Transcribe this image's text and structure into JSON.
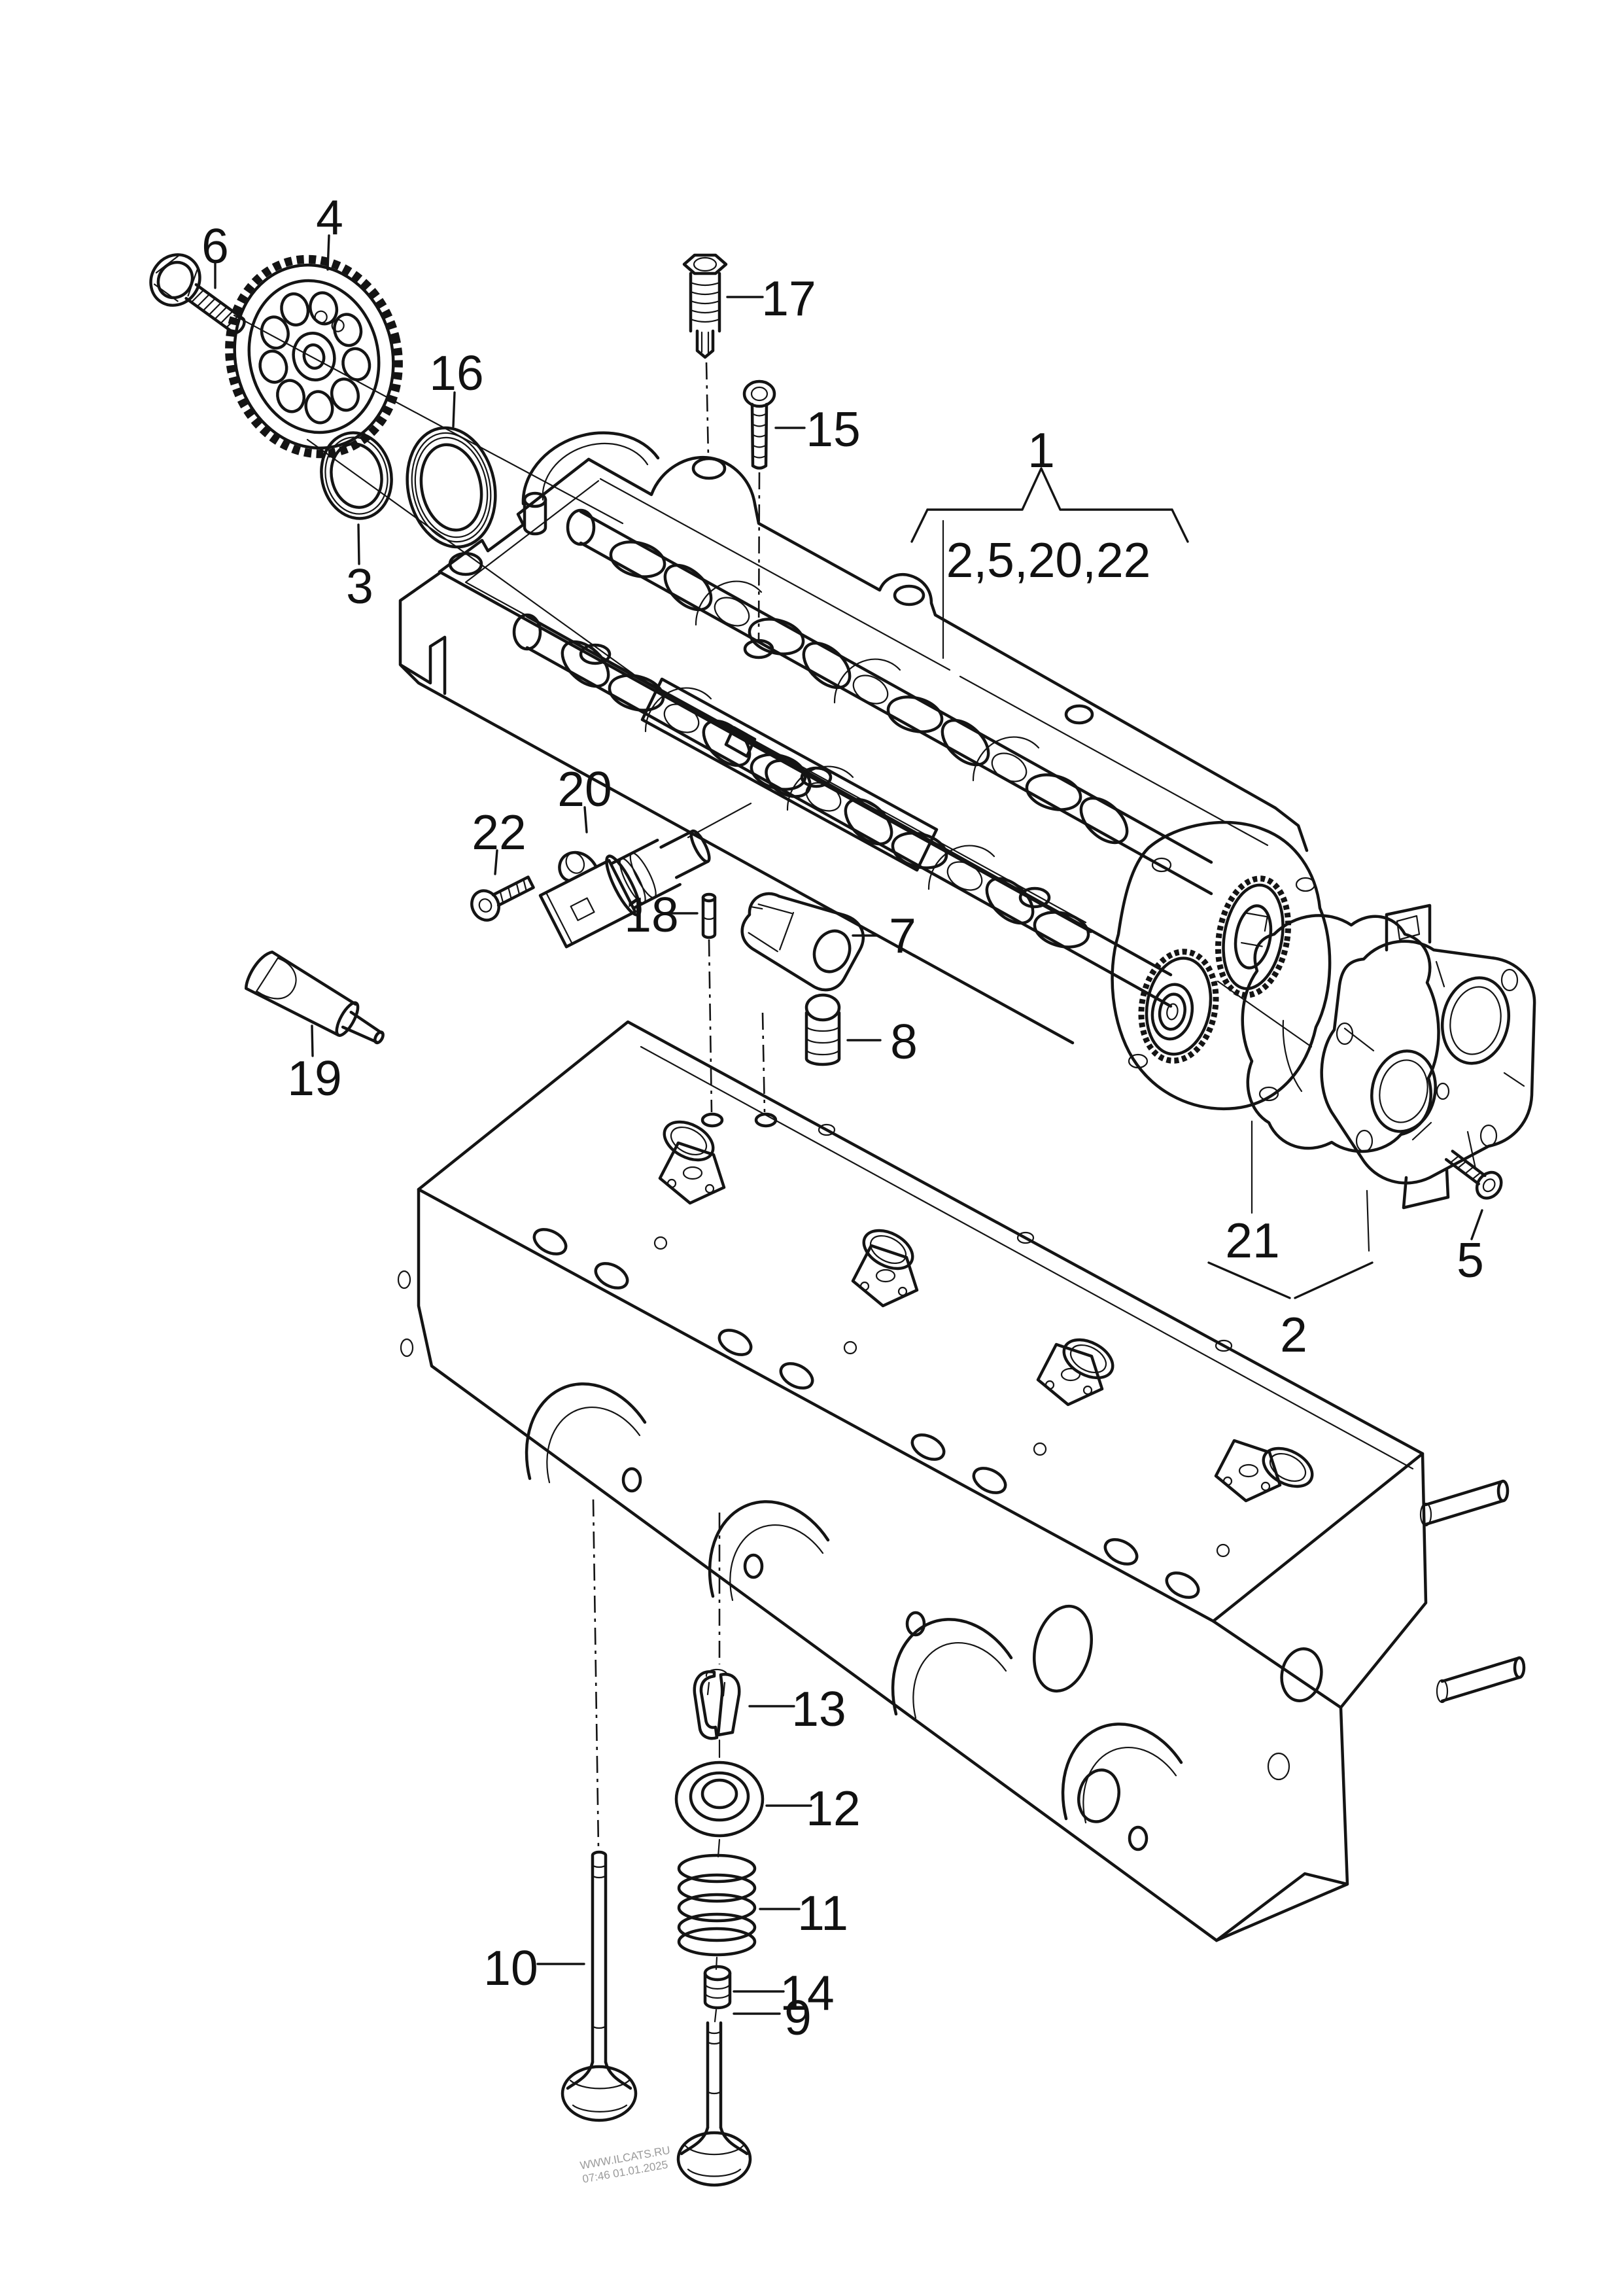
{
  "diagram": {
    "type": "exploded-parts-diagram",
    "callouts": {
      "c1": "1",
      "c2": "2",
      "c3": "3",
      "c4": "4",
      "c5": "5",
      "c6": "6",
      "c7": "7",
      "c8": "8",
      "c9": "9",
      "c10": "10",
      "c11": "11",
      "c12": "12",
      "c13": "13",
      "c14": "14",
      "c15": "15",
      "c16": "16",
      "c17": "17",
      "c18": "18",
      "c19": "19",
      "c20": "20",
      "c21": "21",
      "c22": "22",
      "group_1_members": "2,5,20,22"
    },
    "watermark": {
      "line1": "WWW.ILCATS.RU",
      "line2": "07:46 01.01.2025"
    },
    "colors": {
      "line": "#141414",
      "watermark": "#9a9a9a",
      "background": "#ffffff"
    }
  }
}
